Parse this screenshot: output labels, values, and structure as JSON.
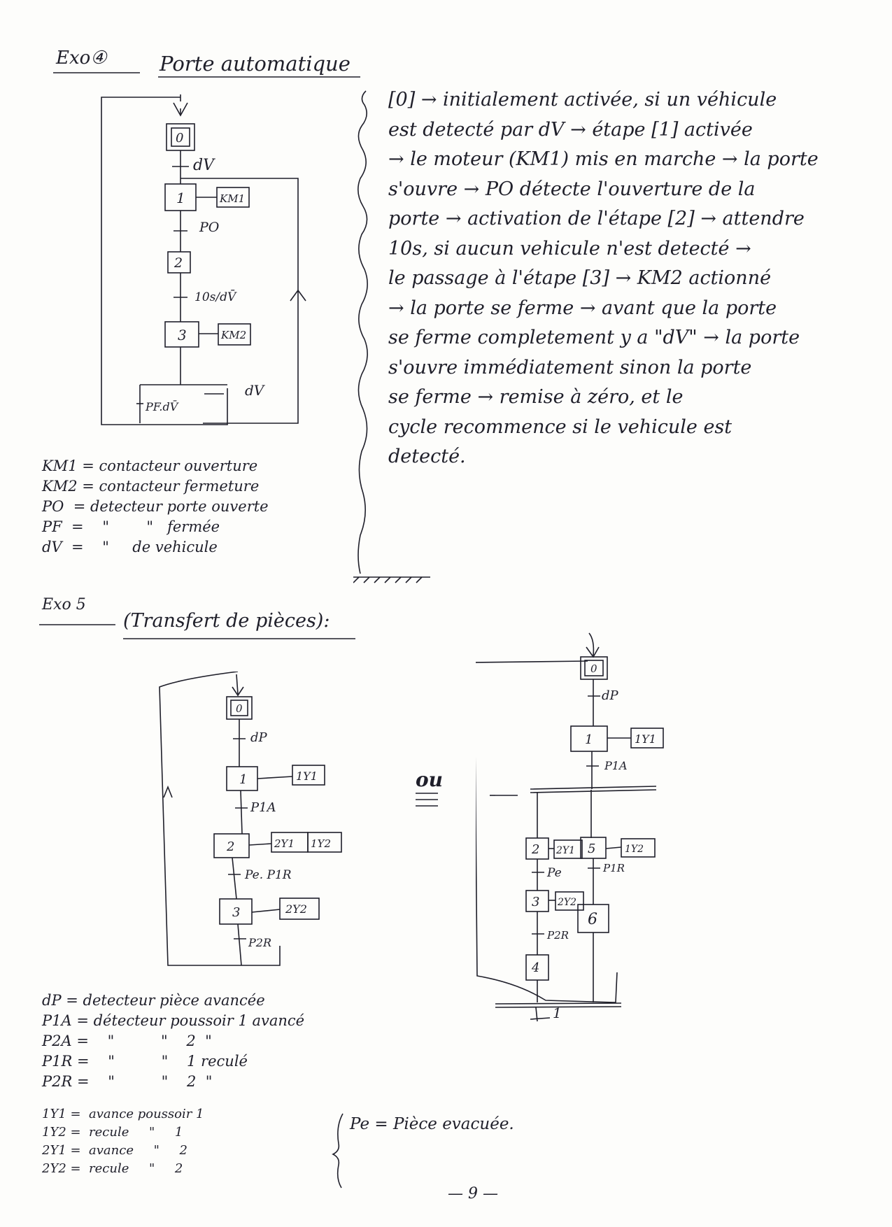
{
  "exo4": {
    "heading": "Exo④",
    "title": "Porte automatique",
    "grafcet": {
      "steps": [
        "0",
        "1",
        "2",
        "3"
      ],
      "transitions": [
        "dV",
        "PO",
        "10s/dV̄",
        "dV",
        "PF.dV̄"
      ],
      "actions": [
        "KM1",
        "KM2"
      ]
    },
    "explanation": [
      "[0] → initialement activée, si un véhicule",
      "est detecté par dV → étape [1] activée",
      "→ le moteur (KM1) mis en marche → la porte",
      "s'ouvre → PO détecte l'ouverture de la",
      "porte → activation de l'étape [2] → attendre",
      "10s, si aucun vehicule n'est detecté →",
      "le passage à l'étape [3] → KM2 actionné",
      "→ la porte se ferme → avant que la porte",
      "se ferme completement y a \"dV\" → la porte",
      "s'ouvre immédiatement sinon la porte",
      "se ferme → remise à zéro, et le",
      "cycle recommence si le vehicule est",
      "detecté."
    ],
    "legend": [
      "KM1 = contacteur ouverture",
      "KM2 = contacteur fermeture",
      "PO  = detecteur porte ouverte",
      "PF  =    \"        \"   fermée",
      "dV  =    \"     de vehicule"
    ]
  },
  "exo5": {
    "heading": "Exo 5",
    "title": "(Transfert de pièces):",
    "or_label": "ou",
    "grafcet_left": {
      "steps": [
        "0",
        "1",
        "2",
        "3"
      ],
      "transitions": [
        "dP",
        "P1A",
        "Pe. P1R",
        "P2R"
      ],
      "actions": [
        "1Y1",
        "2Y1",
        "1Y2",
        "2Y2"
      ]
    },
    "grafcet_right": {
      "steps": [
        "0",
        "1",
        "2",
        "3",
        "4",
        "5",
        "6"
      ],
      "transitions": [
        "dP",
        "P1A",
        "Pe",
        "P2R",
        "P1R",
        "1"
      ],
      "actions": [
        "1Y1",
        "2Y1",
        "2Y2",
        "1Y2"
      ]
    },
    "legend": [
      "dP = detecteur pièce avancée",
      "P1A = détecteur poussoir 1 avancé",
      "P2A =    \"          \"    2  \"",
      "P1R =    \"          \"    1 reculé",
      "P2R =    \"          \"    2  \""
    ],
    "legend2": [
      "1Y1 =  avance poussoir 1",
      "1Y2 =  recule     \"     1",
      "2Y1 =  avance     \"     2",
      "2Y2 =  recule     \"     2"
    ],
    "pe_note": "Pe = Pièce evacuée."
  },
  "page_number": "— 9 —"
}
